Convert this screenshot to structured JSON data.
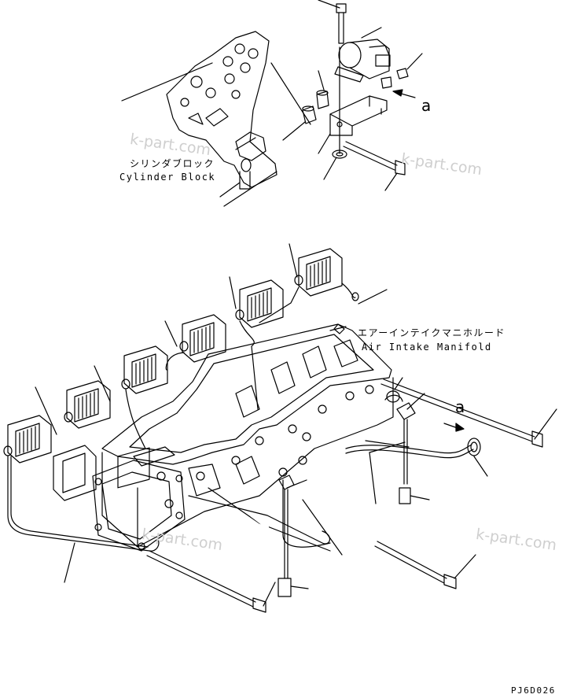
{
  "labels": {
    "cylinder_block_jp": "シリンダブロック",
    "cylinder_block_en": "Cylinder Block",
    "air_intake_jp": "エアーインテイクマニホルード",
    "air_intake_en": "Air Intake Manifold",
    "view_a_top": "a",
    "view_a_bottom": "a",
    "drawing_code": "PJ6D026"
  },
  "watermarks": [
    "k-part.com",
    "k-part.com",
    "k-part.com",
    "k-part.com"
  ]
}
